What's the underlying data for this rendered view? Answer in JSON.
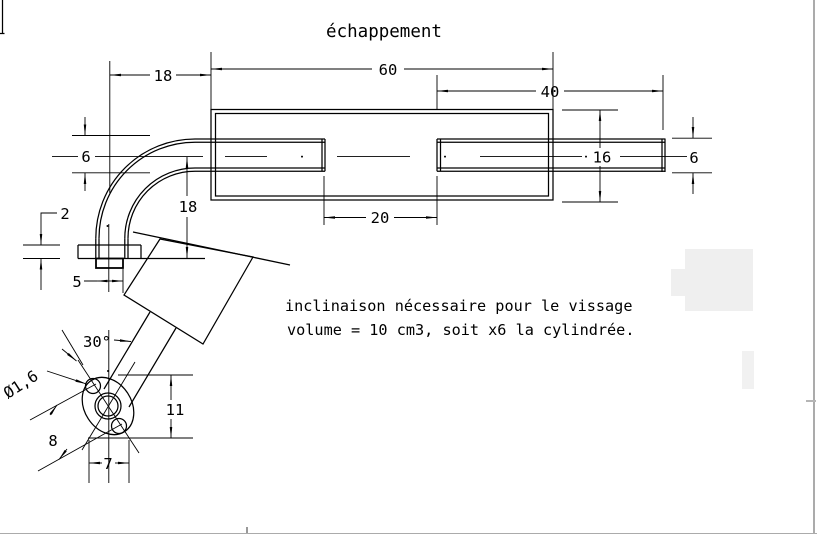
{
  "title": "échappement",
  "annotation": {
    "line1": "inclinaison nécessaire pour le vissage",
    "line2": "volume = 10 cm3, soit x6 la cylindrée."
  },
  "dimensions": {
    "elbow_run": "18",
    "shell_length": "60",
    "outlet_length": "40",
    "inlet_pipe_od": "6",
    "outlet_pipe_od": "6",
    "shell_od": "16",
    "pipe_gap": "20",
    "elbow_drop": "18",
    "flange_thickness": "2",
    "stub_width": "5",
    "incline_angle": "30°",
    "bolt_hole_dia": "Ø1,6",
    "crank_offset": "11",
    "bolt_spacing": "8",
    "flange_width": "7"
  },
  "colors": {
    "line": "#000000",
    "window_border": "#ababab",
    "scroll_tick": "#999999",
    "artifact_fill": "#efefef"
  }
}
